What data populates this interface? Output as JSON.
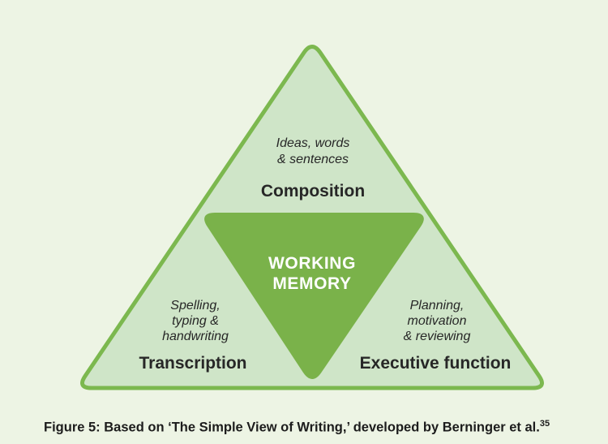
{
  "colors": {
    "page-bg": "#edf4e4",
    "outer-fill": "#cfe5c8",
    "outer-border": "#7cb84f",
    "inner-fill": "#7ab24a",
    "text-dark": "#272727",
    "wm-text": "#ffffff",
    "caption-color": "#1c1c1c"
  },
  "diagram": {
    "top": {
      "note": "Ideas, words\n& sentences",
      "label": "Composition"
    },
    "left": {
      "note": "Spelling,\ntyping &\nhandwriting",
      "label": "Transcription"
    },
    "right": {
      "note": "Planning,\nmotivation\n& reviewing",
      "label": "Executive function"
    },
    "center": {
      "label": "WORKING\nMEMORY"
    }
  },
  "caption": {
    "text": "Figure 5: Based on ‘The Simple View of Writing,’ developed by Berninger et al.",
    "superscript": "35"
  }
}
